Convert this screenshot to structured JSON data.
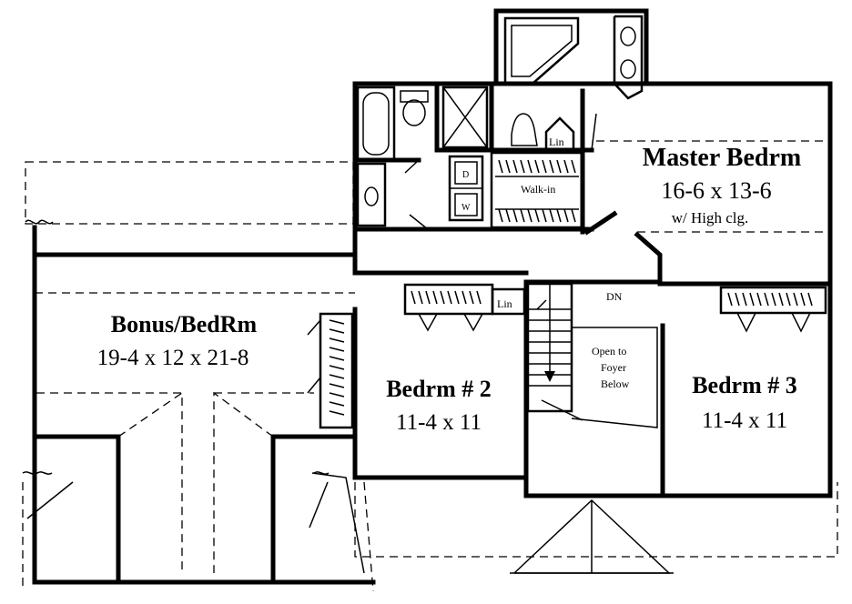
{
  "rooms": {
    "master": {
      "name": "Master Bedrm",
      "size": "16-6 x 13-6",
      "note": "w/ High clg."
    },
    "bonus": {
      "name": "Bonus/BedRm",
      "size": "19-4 x 12 x 21-8"
    },
    "bed2": {
      "name": "Bedrm # 2",
      "size": "11-4 x 11"
    },
    "bed3": {
      "name": "Bedrm # 3",
      "size": "11-4 x 11"
    }
  },
  "labels": {
    "walkin": "Walk-in",
    "lin_bath": "Lin",
    "lin_hall": "Lin",
    "dn": "DN",
    "open_foyer_1": "Open to",
    "open_foyer_2": "Foyer",
    "open_foyer_3": "Below",
    "washer": "W",
    "dryer": "D"
  }
}
